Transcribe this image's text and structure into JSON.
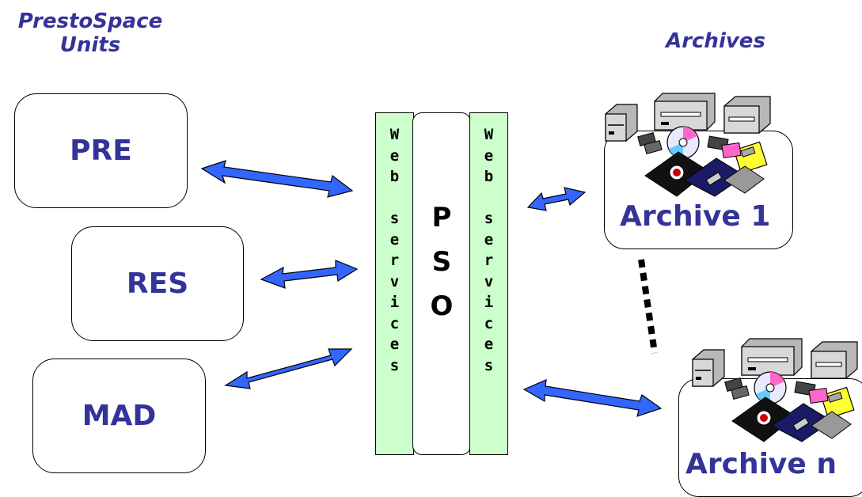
{
  "headings": {
    "units_line1": "PrestoSpace",
    "units_line2": "Units",
    "archives": "Archives"
  },
  "units": [
    "PRE",
    "RES",
    "MAD"
  ],
  "pso_letters": [
    "P",
    "S",
    "O"
  ],
  "web_services_letters": [
    "W",
    "e",
    "b",
    "",
    "s",
    "e",
    "r",
    "v",
    "i",
    "c",
    "e",
    "s"
  ],
  "archives": [
    "Archive 1",
    "Archive n"
  ],
  "colors": {
    "text_blue": "#333399",
    "arrow_blue": "#3366ff",
    "web_services_fill": "#ccffcc"
  },
  "icons": [
    "archive-hardware-icon"
  ]
}
